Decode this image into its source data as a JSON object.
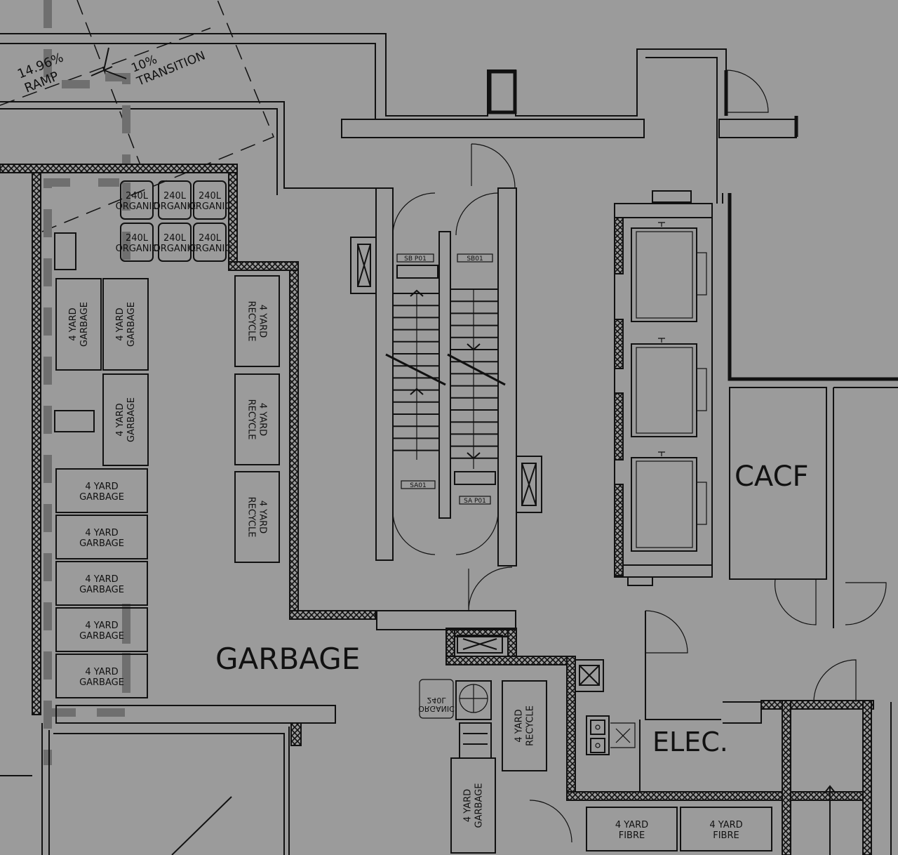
{
  "annotations": {
    "ramp": [
      "14.96%",
      "RAMP"
    ],
    "transition": [
      "10%",
      "TRANSITION"
    ]
  },
  "rooms": {
    "garbage": "GARBAGE",
    "cacf": "CACF",
    "elec": "ELEC."
  },
  "organic_bins": {
    "line1": "240L",
    "line2": "ORGANIC",
    "count": 6
  },
  "yard_garbage": {
    "line1": "4 YARD",
    "line2": "GARBAGE"
  },
  "yard_recycle": {
    "line1": "4 YARD",
    "line2": "RECYCLE"
  },
  "yard_fibre": {
    "line1": "4 YARD",
    "line2": "FIBRE"
  },
  "stair_tags": {
    "sbp01": "SB P01",
    "sb01": "SB01",
    "sa01": "SA01",
    "sap01": "SA P01"
  },
  "colors": {
    "background": "#9b9b9b",
    "linework": "#111111",
    "ghost": "#6f6f6f"
  }
}
